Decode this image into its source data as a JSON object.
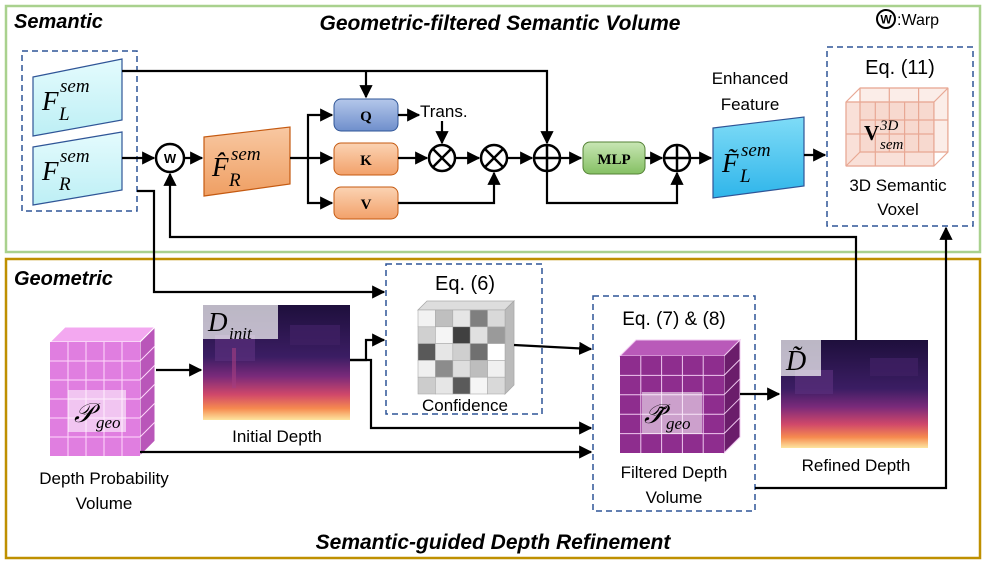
{
  "panels": {
    "semantic": {
      "label": "Semantic",
      "title": "Geometric-filtered Semantic Volume"
    },
    "geometric": {
      "label": "Geometric",
      "title": "Semantic-guided Depth Refinement"
    }
  },
  "legend": {
    "symbol": "W",
    "text": ":Warp"
  },
  "features": {
    "fl_sem": {
      "main": "F",
      "sub": "L",
      "sup": "sem"
    },
    "fr_sem": {
      "main": "F",
      "sub": "R",
      "sup": "sem"
    },
    "fr_hat": {
      "main": "F̂",
      "sub": "R",
      "sup": "sem"
    },
    "fl_tilde": {
      "main": "F̃",
      "sub": "L",
      "sup": "sem"
    }
  },
  "warp_symbol": "W",
  "attention": {
    "q": "Q",
    "k": "K",
    "v": "V",
    "trans": "Trans.",
    "mlp": "MLP"
  },
  "enhanced_feature": {
    "line1": "Enhanced",
    "line2": "Feature"
  },
  "voxel": {
    "eq": "Eq. (11)",
    "symbol_main": "V",
    "symbol_sup": "3D",
    "symbol_sub": "sem",
    "caption1": "3D Semantic",
    "caption2": "Voxel"
  },
  "confidence": {
    "eq": "Eq. (6)",
    "caption": "Confidence"
  },
  "prob_volume": {
    "symbol_main": "𝒫",
    "symbol_sub": "geo",
    "caption1": "Depth Probability",
    "caption2": "Volume"
  },
  "initial_depth": {
    "symbol_main": "D",
    "symbol_sub": "init",
    "caption": "Initial Depth"
  },
  "filtered_volume": {
    "eq": "Eq. (7) & (8)",
    "symbol_main": "𝒫̃",
    "symbol_sub": "geo",
    "caption1": "Filtered Depth",
    "caption2": "Volume"
  },
  "refined_depth": {
    "symbol": "D̃",
    "caption": "Refined Depth"
  },
  "colors": {
    "semantic_border": "#a9d18e",
    "geometric_border": "#bf9000",
    "cyan": "#ccf5fa",
    "orange": "#f4b183",
    "blue": "#8faadc",
    "green": "#a9d18e",
    "magenta": "#e07ee0",
    "dashed": "#2f5597"
  }
}
